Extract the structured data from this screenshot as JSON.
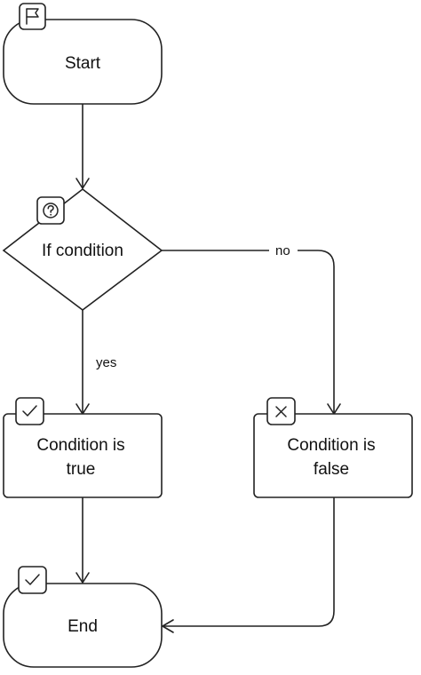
{
  "nodes": {
    "start": {
      "label": "Start",
      "icon": "flag-icon"
    },
    "decision": {
      "label": "If condition",
      "icon": "question-icon"
    },
    "true_box": {
      "label_line1": "Condition is",
      "label_line2": "true",
      "icon": "check-icon"
    },
    "false_box": {
      "label_line1": "Condition is",
      "label_line2": "false",
      "icon": "x-icon"
    },
    "end": {
      "label": "End",
      "icon": "check-icon"
    }
  },
  "edges": {
    "yes_label": "yes",
    "no_label": "no"
  },
  "colors": {
    "stroke": "#222222",
    "background": "#ffffff",
    "text": "#111111"
  }
}
